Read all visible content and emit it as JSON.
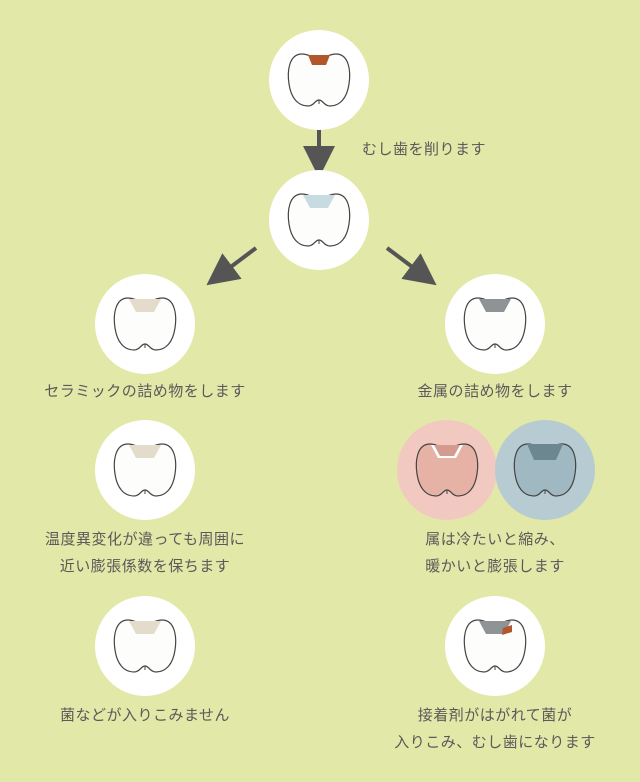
{
  "colors": {
    "background": "#e2e8a7",
    "circle": "#ffffff",
    "circle_hot": "#f2c9c0",
    "circle_cold": "#b6cbd2",
    "decay": "#b2562c",
    "prepared": "#c9dbe2",
    "ceramic": "#e3dccb",
    "metal": "#8f9396",
    "arrow": "#555555"
  },
  "steps": {
    "remove_decay": "むし歯を削ります"
  },
  "ceramic": {
    "title": "セラミックの詰め物をします",
    "point1_line1": "温度異変化が違っても周囲に",
    "point1_line2": "近い膨張係数を保ちます",
    "point2": "菌などが入りこみません"
  },
  "metal": {
    "title": "金属の詰め物をします",
    "point1_line1": "属は冷たいと縮み、",
    "point1_line2": "暖かいと膨張します",
    "point2_line1": "接着剤がはがれて菌が",
    "point2_line2": "入りこみ、むし歯になります"
  }
}
